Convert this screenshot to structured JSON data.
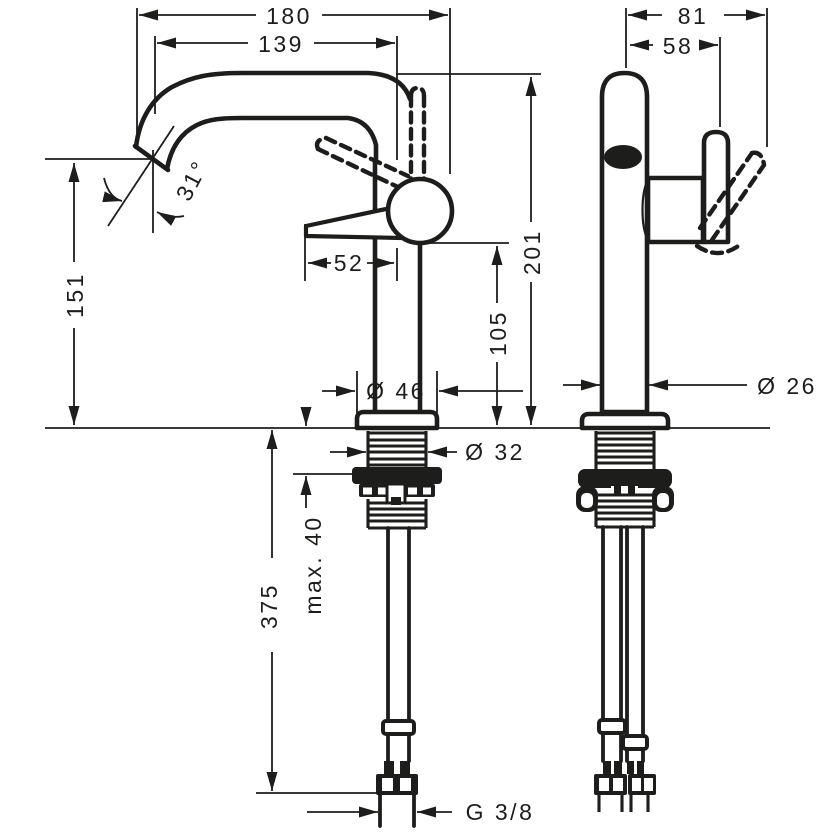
{
  "page": {
    "background": "#ffffff",
    "line_color": "#1d1d1b"
  },
  "side_view": {
    "dims": {
      "total_projection": "180",
      "spout_reach": "139",
      "spout_angle": "31°",
      "lever_projection": "52",
      "outlet_height": "151",
      "total_height": "201",
      "handle_height": "105",
      "base_diameter": "Ø 46",
      "shank_diameter": "Ø 32",
      "max_counter_thickness": "max. 40",
      "hose_length": "375",
      "connection_thread": "G 3/8"
    }
  },
  "front_view": {
    "dims": {
      "total_width": "81",
      "handle_offset": "58",
      "body_diameter": "Ø 26"
    }
  }
}
